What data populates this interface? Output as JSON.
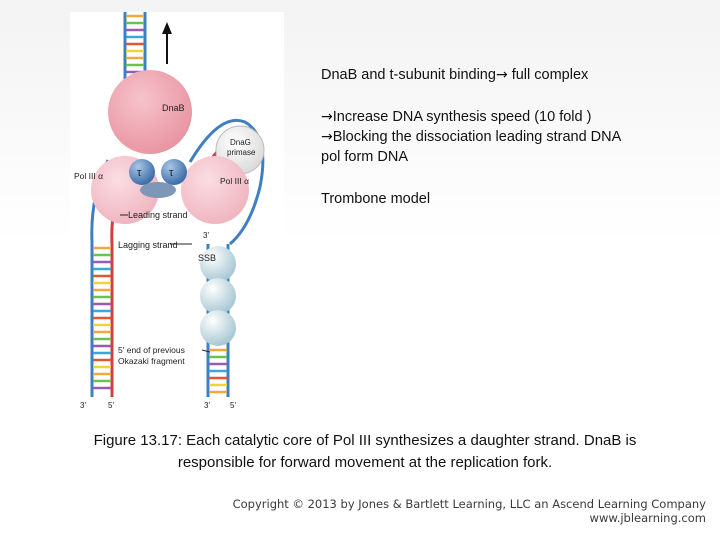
{
  "figure": {
    "labels": {
      "dnab": "DnaB",
      "dnag": "DnaG",
      "primase": "primase",
      "tau": "τ",
      "pol_left": "Pol III α",
      "pol_right": "Pol III α",
      "leading_strand": "Leading strand",
      "lagging_strand": "Lagging strand",
      "ssb": "SSB",
      "okazaki_1": "5' end of previous",
      "okazaki_2": "Okazaki fragment",
      "three_prime": "3'",
      "five_prime": "5'"
    }
  },
  "text": {
    "line1": "DnaB and t-subunit binding",
    "line1_suffix": " full complex",
    "line2": "Increase DNA synthesis speed (10 fold )",
    "line3": "Blocking the dissociation leading strand DNA",
    "line4": "pol form DNA",
    "line5": "Trombone model",
    "arrow": "→"
  },
  "caption": {
    "line1": "Figure 13.17: Each catalytic core of Pol III synthesizes a daughter strand. DnaB is",
    "line2": "responsible for forward movement at the replication fork."
  },
  "copyright": {
    "line1": "Copyright © 2013 by Jones & Bartlett Learning, LLC an Ascend Learning Company",
    "line2": "www.jblearning.com"
  }
}
